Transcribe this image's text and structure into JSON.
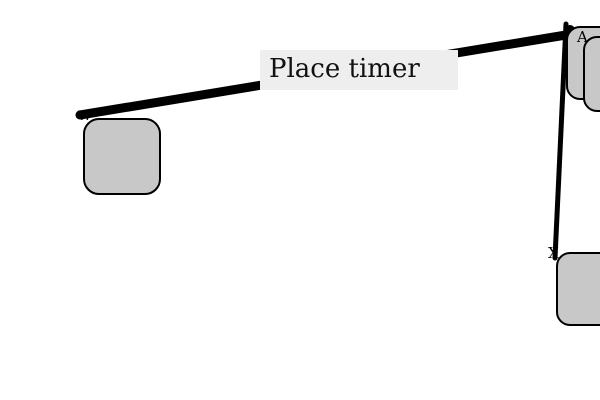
{
  "tooltip": {
    "text": "Place timer"
  },
  "ports": {
    "left_node_label": "W",
    "top_right_label": "A",
    "bottom_right_label": "X"
  },
  "colors": {
    "node_fill": "#c8c8c8",
    "wire": "#000000",
    "tooltip_bg": "#eeeeee"
  }
}
